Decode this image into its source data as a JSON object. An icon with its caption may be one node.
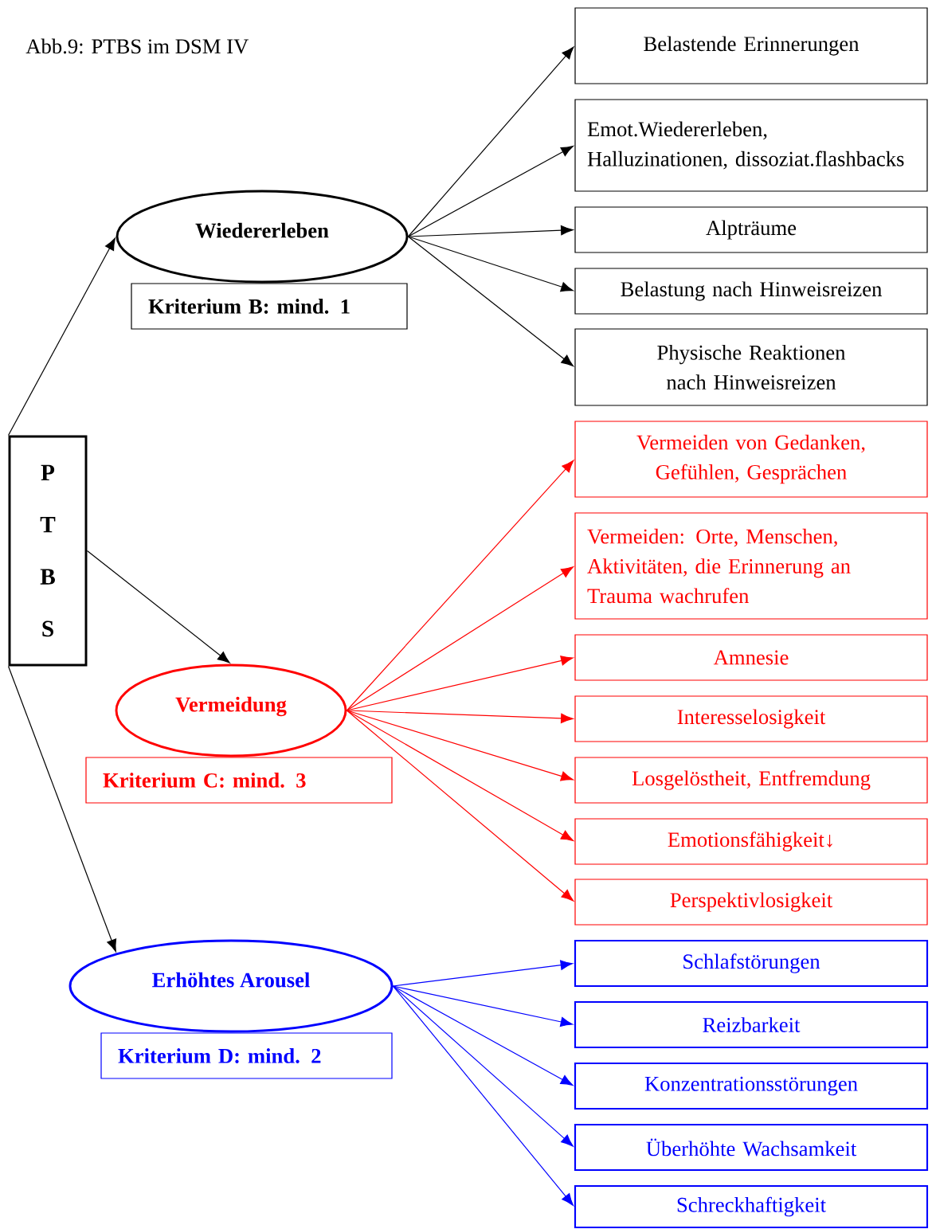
{
  "diagram": {
    "title": "Abb.9: PTBS im DSM IV",
    "nodes": [
      {
        "text": [
          "P T B S"
        ]
      },
      {
        "text": [
          "Wiedererleben"
        ]
      },
      {
        "text": [
          "Kriterium B: mind. 1"
        ]
      },
      {
        "text": [
          "Belastende Erinnerungen"
        ]
      },
      {
        "text": [
          "Emot.Wiedererleben, Halluzinationen, dissoziat.flashbacks"
        ]
      },
      {
        "text": [
          "Alpträume"
        ]
      },
      {
        "text": [
          "Belastung nach Hinweisreizen"
        ]
      },
      {
        "text": [
          "Physische Reaktionen nach Hinweisreizen"
        ]
      },
      {
        "text": [
          "Vermeidung"
        ]
      },
      {
        "text": [
          "Kriterium C: mind. 3"
        ]
      },
      {
        "text": [
          "Vermeiden von Gedanken, Gefühlen, Gesprächen"
        ]
      },
      {
        "text": [
          "Vermeiden: Orte, Menschen, Aktivitäten, die Erinnerung an Trauma wachrufen"
        ]
      },
      {
        "text": [
          "Amnesie"
        ]
      },
      {
        "text": [
          "Interesselosigkeit"
        ]
      },
      {
        "text": [
          "Losgelöstheit, Entfremdung"
        ]
      },
      {
        "text": [
          "Emotionsfähigkeit↓"
        ]
      },
      {
        "text": [
          "Perspektivlosigkeit"
        ]
      },
      {
        "text": [
          "Erhöhtes Arousel"
        ]
      },
      {
        "text": [
          "Kriterium D: mind. 2"
        ]
      },
      {
        "text": [
          "Schlafstörungen"
        ]
      },
      {
        "text": [
          "Reizbarkeit"
        ]
      },
      {
        "text": [
          "Konzentrationsstörungen"
        ]
      },
      {
        "text": [
          "Überhöhte Wachsamkeit"
        ]
      },
      {
        "text": [
          "Schreckhaftigkeit"
        ]
      }
    ],
    "edges": [
      {
        "from": 0,
        "to": 1,
        "arrow": "to"
      },
      {
        "from": 0,
        "to": 8,
        "arrow": "to"
      },
      {
        "from": 0,
        "to": 17,
        "arrow": "to"
      },
      {
        "from": 1,
        "to": 3,
        "arrow": "to"
      },
      {
        "from": 1,
        "to": 4,
        "arrow": "to"
      },
      {
        "from": 1,
        "to": 5,
        "arrow": "to"
      },
      {
        "from": 1,
        "to": 6,
        "arrow": "to"
      },
      {
        "from": 1,
        "to": 7,
        "arrow": "to"
      },
      {
        "from": 8,
        "to": 10,
        "arrow": "to",
        "color": "#ff0000"
      },
      {
        "from": 8,
        "to": 11,
        "arrow": "to",
        "color": "#ff0000"
      },
      {
        "from": 8,
        "to": 12,
        "arrow": "to",
        "color": "#ff0000"
      },
      {
        "from": 8,
        "to": 13,
        "arrow": "to",
        "color": "#ff0000"
      },
      {
        "from": 8,
        "to": 14,
        "arrow": "to",
        "color": "#ff0000"
      },
      {
        "from": 8,
        "to": 15,
        "arrow": "to",
        "color": "#ff0000"
      },
      {
        "from": 8,
        "to": 16,
        "arrow": "to",
        "color": "#ff0000"
      },
      {
        "from": 17,
        "to": 19,
        "arrow": "to",
        "color": "#0000ff"
      },
      {
        "from": 17,
        "to": 20,
        "arrow": "to",
        "color": "#0000ff"
      },
      {
        "from": 17,
        "to": 21,
        "arrow": "to",
        "color": "#0000ff"
      },
      {
        "from": 17,
        "to": 22,
        "arrow": "to",
        "color": "#0000ff"
      },
      {
        "from": 17,
        "to": 23,
        "arrow": "to",
        "color": "#0000ff"
      }
    ]
  }
}
